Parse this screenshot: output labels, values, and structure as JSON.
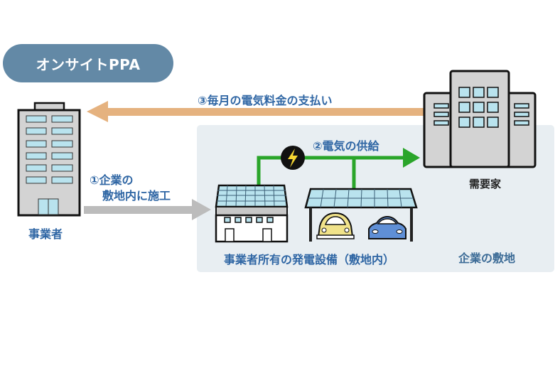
{
  "title_badge": "オンサイトPPA",
  "entities": {
    "operator": "事業者",
    "consumer": "需要家"
  },
  "flows": {
    "step1_line1": "①企業の",
    "step1_line2": "敷地内に施工",
    "step2": "②電気の供給",
    "step3": "③毎月の電気料金の支払い"
  },
  "site": {
    "facility_label": "事業者所有の発電設備（敷地内）",
    "area_label": "企業の敷地"
  },
  "icons": {
    "operator": "office-building-icon",
    "consumer": "large-building-icon",
    "power": "lightning-bolt-icon",
    "solar_building": "solar-roof-building-icon",
    "carport": "solar-carport-icon"
  },
  "colors": {
    "badge": "#6389a6",
    "label_blue": "#2f66a4",
    "payment_arrow": "#e5b27f",
    "install_arrow": "#bcbcbc",
    "supply_line": "#2aa52a",
    "site_bg": "#e8eef2"
  }
}
